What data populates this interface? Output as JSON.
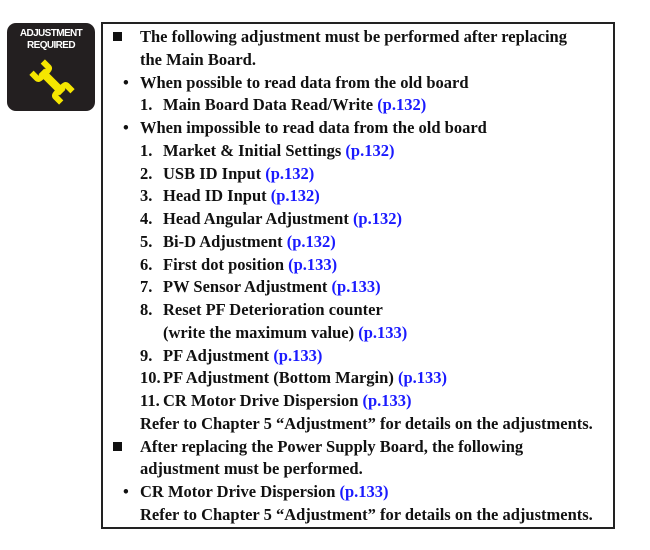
{
  "badge": {
    "line1": "ADJUSTMENT",
    "line2": "REQUIRED",
    "icon": "wrench-icon",
    "icon_color": "#f5e600"
  },
  "lines": [
    {
      "type": "square",
      "text": "The following adjustment must be performed after replacing"
    },
    {
      "type": "cont1",
      "text": "the Main Board."
    },
    {
      "type": "dot",
      "text": "When possible to read data from the old board"
    },
    {
      "type": "num",
      "num": "1.",
      "text": "Main Board Data Read/Write ",
      "link": "(p.132)"
    },
    {
      "type": "dot",
      "text": "When impossible to read data from the old board"
    },
    {
      "type": "num",
      "num": "1.",
      "text": "Market & Initial Settings ",
      "link": "(p.132)"
    },
    {
      "type": "num",
      "num": "2.",
      "text": "USB ID Input ",
      "link": "(p.132)"
    },
    {
      "type": "num",
      "num": "3.",
      "text": "Head ID Input ",
      "link": "(p.132)"
    },
    {
      "type": "num",
      "num": "4.",
      "text": "Head Angular Adjustment ",
      "link": "(p.132)"
    },
    {
      "type": "num",
      "num": "5.",
      "text": "Bi-D Adjustment ",
      "link": "(p.132)"
    },
    {
      "type": "num",
      "num": "6.",
      "text": "First dot position ",
      "link": "(p.133)"
    },
    {
      "type": "num",
      "num": "7.",
      "text": "PW Sensor Adjustment ",
      "link": "(p.133)"
    },
    {
      "type": "num",
      "num": "8.",
      "text": "Reset PF Deterioration counter"
    },
    {
      "type": "cont2",
      "text": "(write the maximum value) ",
      "link": "(p.133)"
    },
    {
      "type": "num",
      "num": "9.",
      "text": "PF Adjustment ",
      "link": "(p.133)"
    },
    {
      "type": "num",
      "num": "10.",
      "text": "PF Adjustment (Bottom Margin) ",
      "link": "(p.133)"
    },
    {
      "type": "num",
      "num": "11.",
      "text": "CR Motor Drive Dispersion ",
      "link": "(p.133)"
    },
    {
      "type": "cont1",
      "text": "Refer to Chapter 5 “Adjustment” for details on the adjustments."
    },
    {
      "type": "square",
      "text": "After replacing the Power Supply Board, the following"
    },
    {
      "type": "cont1",
      "text": "adjustment must be performed."
    },
    {
      "type": "dot",
      "text": "CR Motor Drive Dispersion ",
      "link": "(p.133)"
    },
    {
      "type": "cont1",
      "text": "Refer to Chapter 5 “Adjustment” for details on the adjustments."
    }
  ]
}
